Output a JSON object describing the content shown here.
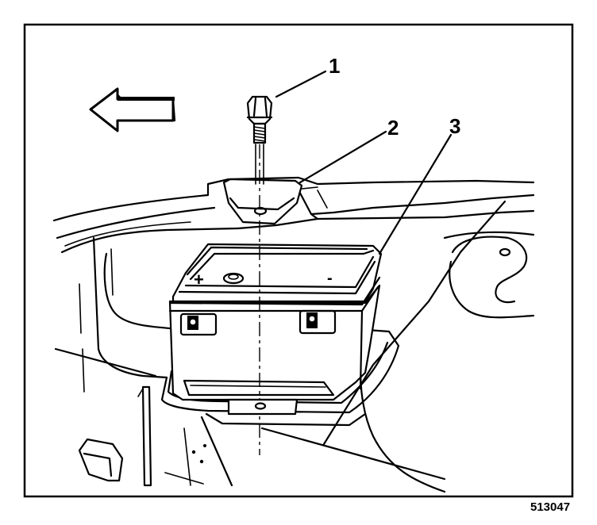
{
  "callouts": [
    {
      "id": "callout-1",
      "label": "1",
      "part": "bolt"
    },
    {
      "id": "callout-2",
      "label": "2",
      "part": "hold-down-retainer"
    },
    {
      "id": "callout-3",
      "label": "3",
      "part": "battery"
    }
  ],
  "figure_id": "513047",
  "battery_terminals": {
    "positive": "+",
    "negative": "-"
  },
  "icons": {
    "direction_arrow": "left-arrow-icon"
  }
}
